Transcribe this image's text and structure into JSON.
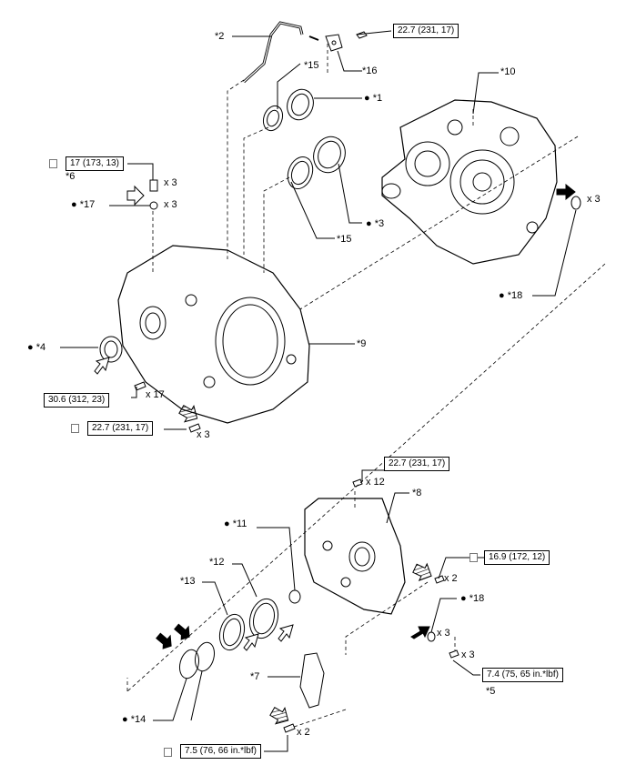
{
  "callouts": {
    "c1": "● *1",
    "c2": "*2",
    "c3": "● *3",
    "c4": "● *4",
    "c5": "*5",
    "c6": "*6",
    "c7": "*7",
    "c8": "*8",
    "c9": "*9",
    "c10": "*10",
    "c11": "● *11",
    "c12": "*12",
    "c13": "*13",
    "c14": "● *14",
    "c15a": "*15",
    "c15b": "*15",
    "c16": "*16",
    "c17": "● *17",
    "c18a": "● *18",
    "c18b": "● *18"
  },
  "torques": {
    "t1": "22.7 (231, 17)",
    "t2": "17 (173, 13)",
    "t3": "30.6 (312, 23)",
    "t4": "22.7 (231, 17)",
    "t5": "22.7 (231, 17)",
    "t6": "16.9 (172, 12)",
    "t7": "7.4 (75, 65 in.*lbf)",
    "t8": "7.5 (76, 66 in.*lbf)"
  },
  "quantities": {
    "q_x3_bolt6": "x 3",
    "q_x3_17": "x 3",
    "q_x3_18top": "x 3",
    "q_x17": "x 17",
    "q_x3_bottom_case": "x 3",
    "q_x12": "x 12",
    "q_x2_cover": "x 2",
    "q_x3_oring": "x 3",
    "q_x3_bolt5": "x 3",
    "q_x2_plate": "x 2"
  },
  "icons": [
    "hex-bolt-icon",
    "washer-icon",
    "o-ring-icon",
    "oil-seal-icon",
    "bearing-icon",
    "insert-direction-arrow-icon",
    "precoat-bolt-icon",
    "torque-checkbox-icon"
  ]
}
